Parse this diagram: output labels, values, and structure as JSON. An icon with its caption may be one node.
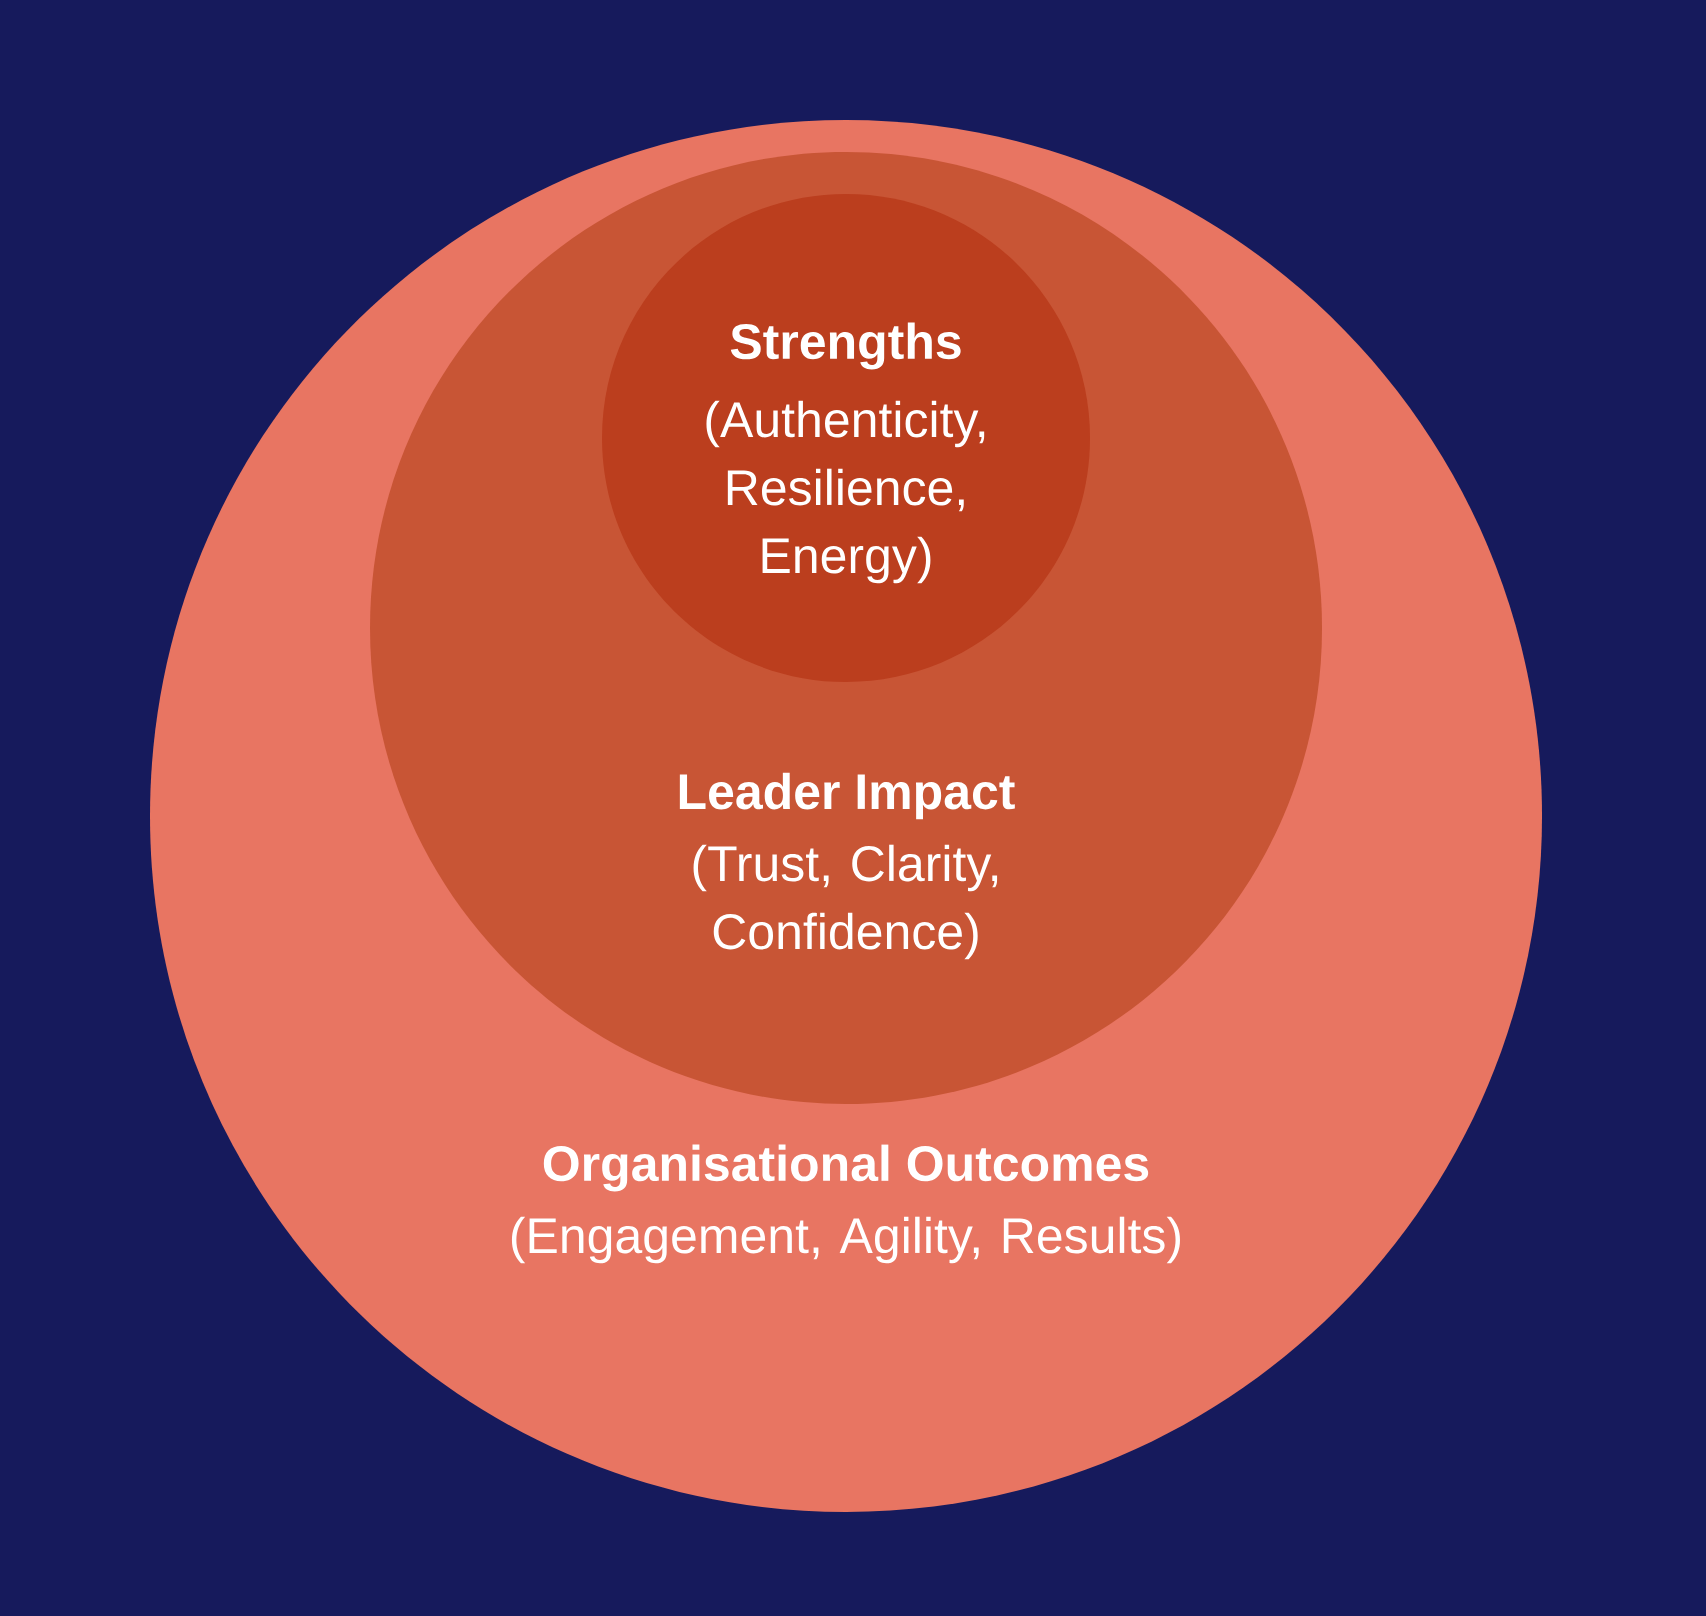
{
  "diagram": {
    "nodes": [
      {
        "text": [
          "Organisational Outcomes",
          "(Engagement, Agility, Results)"
        ]
      },
      {
        "text": [
          "Leader Impact",
          "(Trust, Clarity, Confidence)"
        ],
        "in": 0
      },
      {
        "text": [
          "Strengths",
          "(Authenticity, Resilience, Energy)"
        ],
        "in": 1
      }
    ]
  }
}
